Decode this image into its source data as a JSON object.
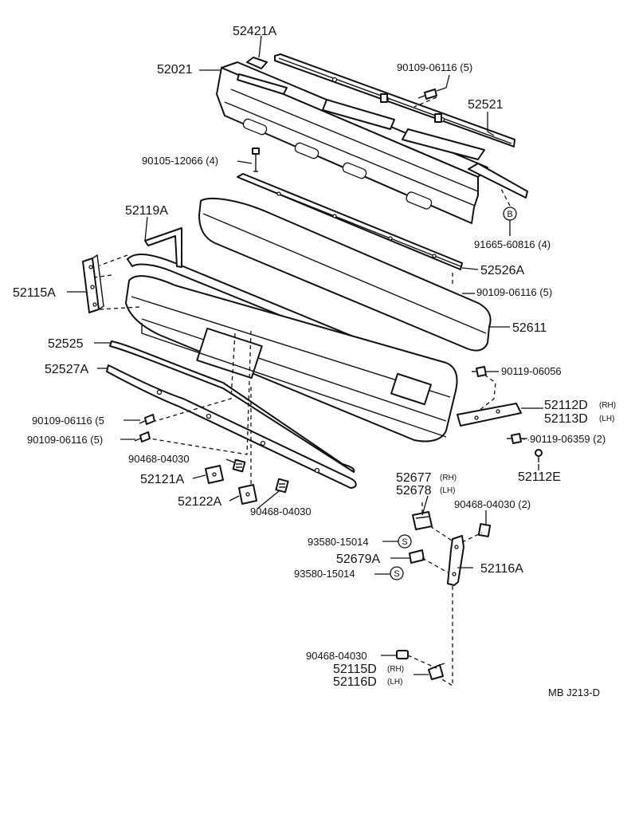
{
  "labels": {
    "p52421A": "52421A",
    "p52021": "52021",
    "p90109_06116_5_top": "90109-06116 (5)",
    "p52521": "52521",
    "p90105_12066_4": "90105-12066 (4)",
    "p52119A": "52119A",
    "p91665_60816_4": "91665-60816 (4)",
    "p52526A": "52526A",
    "p52115A": "52115A",
    "p90109_06116_5_mid": "90109-06116 (5)",
    "p52611": "52611",
    "p52525": "52525",
    "p52527A": "52527A",
    "p90119_06056": "90119-06056",
    "p52112D": "52112D",
    "p52113D": "52113D",
    "p90109_06116_5_a": "90109-06116 (5",
    "p90109_06116_5_b": "90109-06116 (5)",
    "p90119_06359_2": "90119-06359 (2)",
    "p90468_04030_a": "90468-04030",
    "p52112E": "52112E",
    "p52121A": "52121A",
    "p52677": "52677",
    "p52678": "52678",
    "p52122A": "52122A",
    "p90468_04030_b": "90468-04030",
    "p90468_04030_2": "90468-04030 (2)",
    "p93580_15014_a": "93580-15014",
    "p52679A": "52679A",
    "p52116A": "52116A",
    "p93580_15014_b": "93580-15014",
    "p90468_04030_c": "90468-04030",
    "p52115D": "52115D",
    "p52116D": "52116D",
    "rh": "(RH)",
    "lh": "(LH)",
    "catalog_code": "MB  J213-D",
    "sym_b": "B",
    "sym_s": "S"
  }
}
